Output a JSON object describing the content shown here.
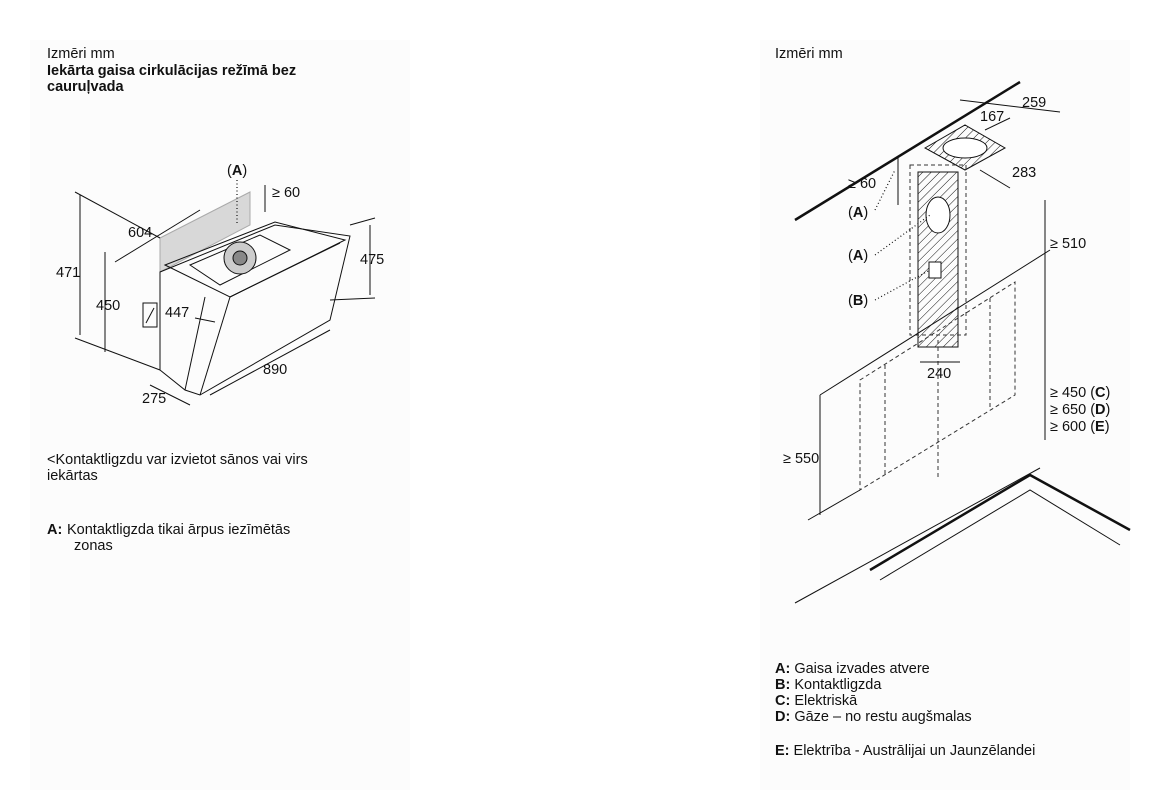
{
  "left": {
    "heading": "Izmēri mm",
    "subtitle": "Iekārta gaisa cirkulācijas režīmā bez cauruļvada",
    "subtitle_line1": "Iekārta gaisa cirkulācijas režīmā bez",
    "subtitle_line2": "cauruļvada",
    "note_line1": "<Kontaktligzdu var izvietot sānos vai virs",
    "note_line2": "iekārtas",
    "legend_a_key": "A:",
    "legend_a_line1": "Kontaktligzda tikai ārpus iezīmētās",
    "legend_a_line2": "zonas",
    "dims": {
      "a_pre": "(",
      "a_letter": "A",
      "a_post": ")",
      "ge60": "≥ 60",
      "d604": "604",
      "d471": "471",
      "d450": "450",
      "d447": "447",
      "d475": "475",
      "d890": "890",
      "d275": "275"
    }
  },
  "right": {
    "heading": "Izmēri mm",
    "dims": {
      "d259": "259",
      "d167": "167",
      "ge60": "≥ 60",
      "d283": "283",
      "ge510": "≥ 510",
      "d240": "240",
      "ge550": "≥ 550",
      "paren_open": "(",
      "paren_close": ")",
      "a": "A",
      "b": "B",
      "c_pre": "≥ 450 (",
      "c_letter": "C",
      "d_pre": "≥ 650 (",
      "d_letter": "D",
      "e_pre": "≥ 600 (",
      "e_letter": "E"
    },
    "legend": [
      {
        "key": "A:",
        "text": "Gaisa izvades atvere"
      },
      {
        "key": "B:",
        "text": "Kontaktligzda"
      },
      {
        "key": "C:",
        "text": "Elektriskā"
      },
      {
        "key": "D:",
        "text": "Gāze – no restu augšmalas"
      },
      {
        "key": "E:",
        "text": "Elektrība - Austrālijai un Jaunzēlandei"
      }
    ]
  }
}
